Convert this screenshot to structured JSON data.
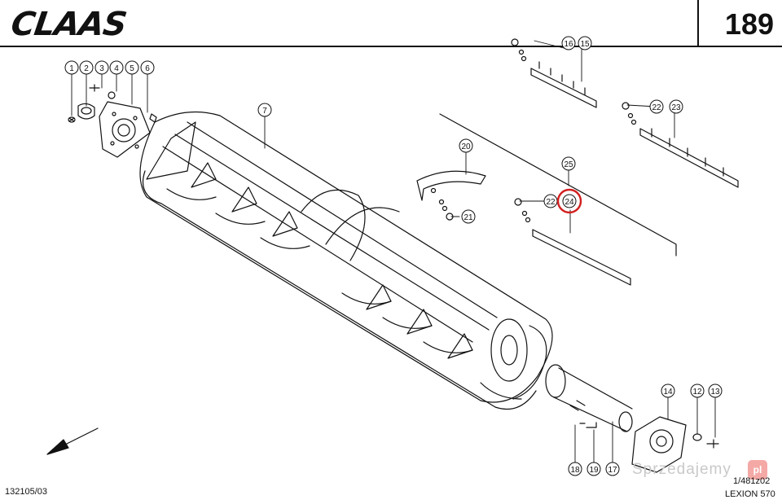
{
  "header": {
    "brand": "CLAAS",
    "page_number": "189"
  },
  "footer": {
    "document_number": "132105/03",
    "drawing_number": "1/481z02",
    "model": "LEXION 570"
  },
  "watermark": {
    "text": "Sprzedajemy",
    "badge": "pl"
  },
  "callouts": [
    "1",
    "2",
    "3",
    "4",
    "5",
    "6",
    "7",
    "12",
    "13",
    "14",
    "15",
    "16",
    "17",
    "18",
    "19",
    "20",
    "21",
    "22",
    "22",
    "23",
    "24",
    "25"
  ],
  "highlighted_callout": "24",
  "colors": {
    "line": "#111111",
    "highlight": "#d21f1f"
  }
}
